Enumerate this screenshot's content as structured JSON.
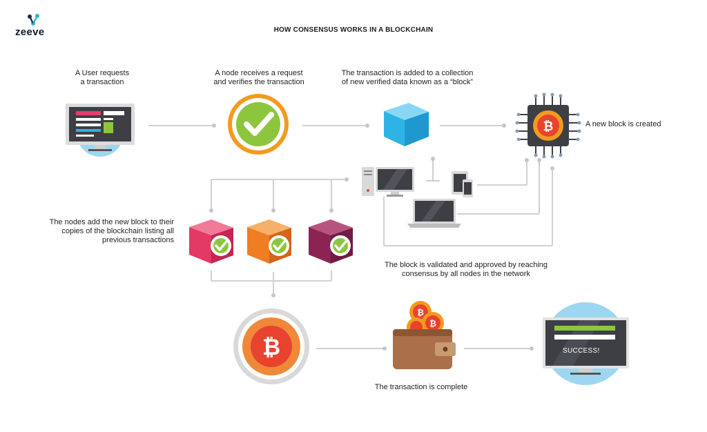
{
  "brand": {
    "name": "zeeve"
  },
  "title": "HOW CONSENSUS WORKS IN A BLOCKCHAIN",
  "steps": {
    "user_request": {
      "line1": "A User requests",
      "line2": "a transaction"
    },
    "node_verify": {
      "line1": "A node receives a request",
      "line2": "and verifies the transaction"
    },
    "block_added": {
      "line1": "The transaction is added to a collection",
      "line2": "of new verified data known as a “block”"
    },
    "block_created": {
      "line1": "A new block is created"
    },
    "nodes_add": {
      "line1": "The nodes add the new block to their",
      "line2": "copies of the blockchain listing all",
      "line3": "previous transactions"
    },
    "validated": {
      "line1": "The block is validated and approved by reaching",
      "line2": "consensus by all nodes in the network"
    },
    "complete": {
      "line1": "The transaction is complete"
    }
  },
  "screen": {
    "success_label": "SUCCESS!"
  },
  "coin_symbol": "₿",
  "colors": {
    "line": "#cfcfcf",
    "dot": "#c4c4c4",
    "green_check": "#8cc63f",
    "coin_orange": "#f08a2b",
    "coin_red": "#e8432e",
    "cube_blue": "#2fb3e6",
    "cube_pink": "#e23a64",
    "cube_orange": "#f07d22",
    "cube_plum": "#8c2453",
    "wallet_brown": "#a9704a",
    "monitor_dark": "#3d3f44",
    "sky_blue": "#8fd0ee"
  }
}
